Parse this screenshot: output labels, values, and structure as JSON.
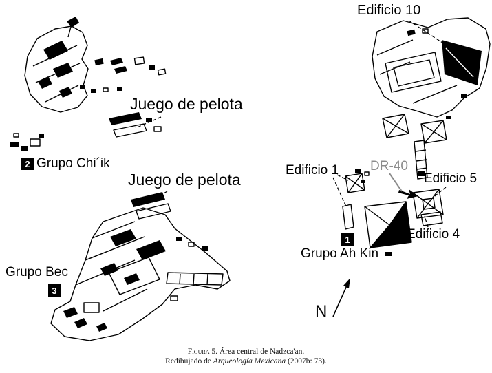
{
  "map_labels": {
    "edificio_10": "Edificio 10",
    "juego_de_pelota_top": "Juego de pelota",
    "juego_de_pelota_bottom": "Juego de pelota",
    "grupo_chiik": {
      "badge": "2",
      "name": "Grupo Chi´ik"
    },
    "grupo_bec": {
      "badge": "3",
      "name": "Grupo Bec"
    },
    "grupo_ah_kin": {
      "badge": "1",
      "name": "Grupo Ah Kin"
    },
    "edificio_1": "Edificio 1",
    "dr_40": "DR-40",
    "edificio_5": "Edificio 5",
    "edificio_4": "Edificio 4",
    "north": "N"
  },
  "caption": {
    "figure_label": "Figura 5.",
    "title": " Área central de Nadzca'an.",
    "credit_prefix": "Redibujado de ",
    "credit_source": "Arqueología Mexicana",
    "credit_suffix": " (2007b: 73)."
  },
  "colors": {
    "ink": "#000000",
    "dr40_label": "#8c8c8c",
    "background": "#ffffff"
  }
}
